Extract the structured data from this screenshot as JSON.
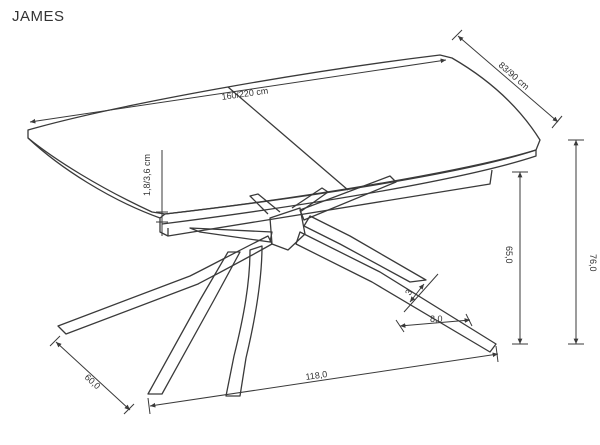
{
  "title": "JAMES",
  "dimensions": {
    "top_length": "160/220 cm",
    "top_depth": "83/90 cm",
    "top_thickness": "1,8/3,6 cm",
    "height_total": "76,0",
    "height_under": "65,0",
    "base_depth": "60,0",
    "base_length": "118,0",
    "leg_width": "8,0",
    "leg_thickness": "3"
  },
  "colors": {
    "line": "#3a3a3a",
    "text": "#333333"
  }
}
